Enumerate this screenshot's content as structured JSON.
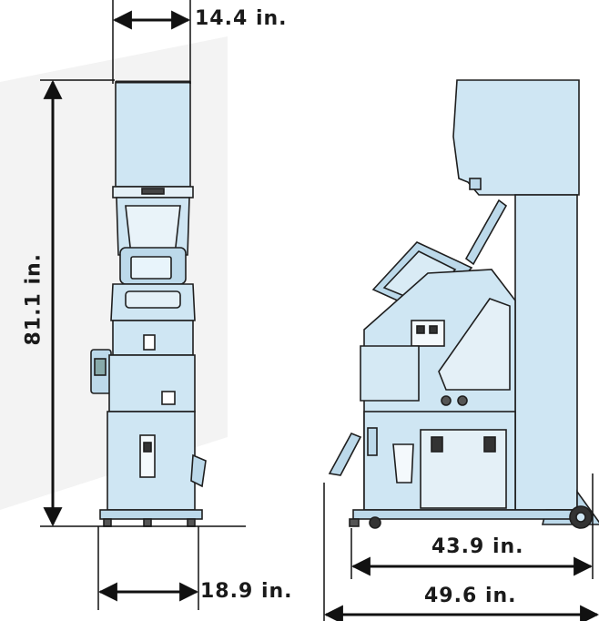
{
  "dimensions": {
    "top_width": "14.4 in.",
    "height": "81.1 in.",
    "bottom_width": "18.9 in.",
    "depth_inner": "43.9 in.",
    "depth_outer": "49.6 in."
  },
  "colors": {
    "cabinet_fill": "#cfe6f3",
    "outline": "#1f1f1f",
    "dimension_line": "#111111",
    "background": "#ffffff",
    "shadow": "#f0f0f0"
  }
}
